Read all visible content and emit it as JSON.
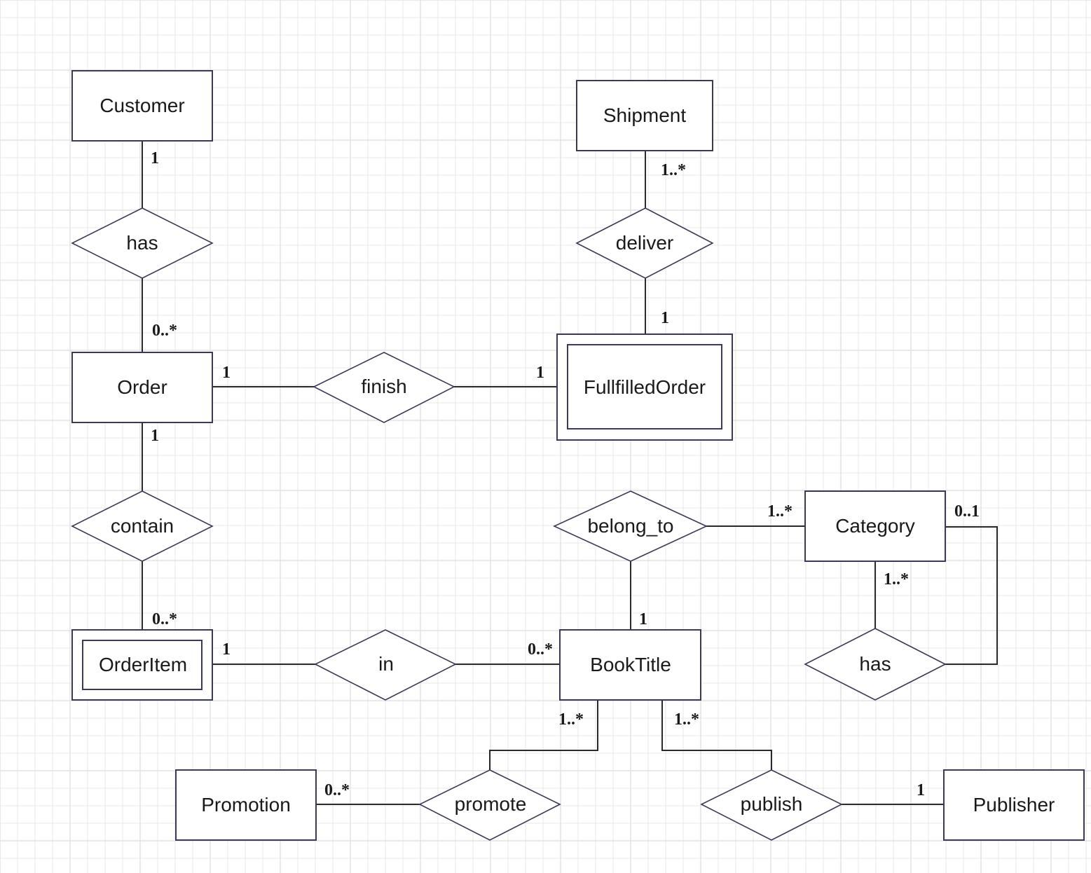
{
  "entities": {
    "customer": "Customer",
    "shipment": "Shipment",
    "order": "Order",
    "fulfilled_order": "FullfilledOrder",
    "order_item": "OrderItem",
    "book_title": "BookTitle",
    "category": "Category",
    "promotion": "Promotion",
    "publisher": "Publisher"
  },
  "relationships": {
    "customer_has": "has",
    "deliver": "deliver",
    "finish": "finish",
    "contain": "contain",
    "belong_to": "belong_to",
    "in": "in",
    "category_has": "has",
    "promote": "promote",
    "publish": "publish"
  },
  "cardinalities": {
    "customer_has_customer": "1",
    "customer_has_order": "0..*",
    "deliver_shipment": "1..*",
    "deliver_fulfilled": "1",
    "finish_order": "1",
    "finish_fulfilled": "1",
    "contain_order": "1",
    "contain_orderitem": "0..*",
    "in_orderitem": "1",
    "in_booktitle": "0..*",
    "belong_to_category": "1..*",
    "belong_to_booktitle": "1",
    "category_self": "0..1",
    "category_has": "1..*",
    "promote_booktitle": "1..*",
    "publish_booktitle": "1..*",
    "promote_promotion": "0..*",
    "publish_publisher": "1"
  },
  "colors": {
    "shape_stroke": "#3a3a55",
    "line": "#2a2a2a",
    "grid": "#e2e2e2",
    "background": "#ffffff"
  }
}
